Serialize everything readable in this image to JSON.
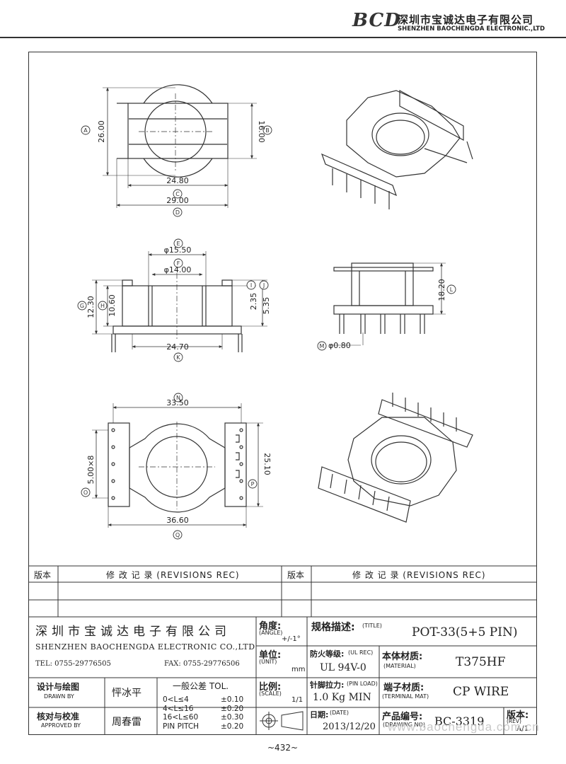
{
  "header": {
    "logo_text": "BCD",
    "company_cn": "深圳市宝诚达电子有限公司",
    "company_en": "SHENZHEN BAOCHENGDA ELECTRONIC.,LTD"
  },
  "drawing": {
    "top_view": {
      "dim_a": "26.00",
      "dim_b": "16.00",
      "dim_c": "24.80",
      "dim_d": "29.00",
      "tag_a": "A",
      "tag_b": "B",
      "tag_c": "C",
      "tag_d": "D"
    },
    "side_view": {
      "dim_e": "φ15.50",
      "dim_f": "φ14.00",
      "dim_g": "12.30",
      "dim_h": "10.60",
      "dim_i": "2.35",
      "dim_j": "5.35",
      "dim_k": "24.70",
      "tag_e": "E",
      "tag_f": "F",
      "tag_g": "G",
      "tag_h": "H",
      "tag_i": "I",
      "tag_j": "J",
      "tag_k": "K"
    },
    "front_view": {
      "dim_l": "18.20",
      "dim_m": "φ0.80",
      "tag_l": "L",
      "tag_m": "M"
    },
    "bottom_view": {
      "dim_n": "33.50",
      "dim_o": "5.00×8",
      "dim_p": "25.10",
      "dim_q": "36.60",
      "tag_n": "N",
      "tag_o": "O",
      "tag_p": "P",
      "tag_q": "Q"
    }
  },
  "revisions": {
    "col_ver": "版本",
    "col_rec": "修 改 记 录 (REVISIONS REC)"
  },
  "title_block": {
    "company_cn": "深圳市宝诚达电子有限公司",
    "company_en": "SHENZHEN BAOCHENGDA ELECTRONIC CO.,LTD",
    "tel": "TEL: 0755-29776505",
    "fax": "FAX: 0755-29776506",
    "angle_label": "角度:",
    "angle_label_en": "(ANGLE)",
    "angle_val": "+/-1°",
    "unit_label": "单位:",
    "unit_label_en": "(UNIT)",
    "unit_val": "mm",
    "scale_label": "比例:",
    "scale_label_en": "(SCALE)",
    "scale_val": "1/1",
    "title_label": "规格描述:",
    "title_label_en": "(TITLE)",
    "title_val": "POT-33(5+5 PIN)",
    "ul_label": "防火等级:",
    "ul_label_en": "(UL REC)",
    "ul_val": "UL 94V-0",
    "material_label": "本体材质:",
    "material_label_en": "(MATERIAL)",
    "material_val": "T375HF",
    "pinload_label": "针脚拉力:",
    "pinload_label_en": "(PIN LOAD)",
    "pinload_val": "1.0 Kg MIN",
    "terminal_label": "端子材质:",
    "terminal_label_en": "(TERMINAL MAT)",
    "terminal_val": "CP WIRE",
    "date_label": "日期:",
    "date_label_en": "(DATE)",
    "date_val": "2013/12/20",
    "drawno_label": "产品编号:",
    "drawno_label_en": "(DRAWING NO)",
    "drawno_val": "BC-3319",
    "rev_label": "版本:",
    "rev_label_en": "(REV)",
    "rev_val": "A/1",
    "drawn_label": "设计与绘图",
    "drawn_label_en": "DRAWN BY",
    "drawn_name": "怦冰平",
    "approved_label": "核对与校准",
    "approved_label_en": "APPROVED BY",
    "approved_name": "周春雷",
    "tol_title": "一般公差 TOL.",
    "tol_rows": [
      {
        "range": "0<L≤4",
        "val": "±0.10"
      },
      {
        "range": "4<L≤16",
        "val": "±0.20"
      },
      {
        "range": "16<L≤60",
        "val": "±0.30"
      },
      {
        "range": "PIN PITCH",
        "val": "±0.20"
      }
    ]
  },
  "footer": {
    "page": "~432~",
    "watermark": "www.baochengda.com.cn"
  }
}
